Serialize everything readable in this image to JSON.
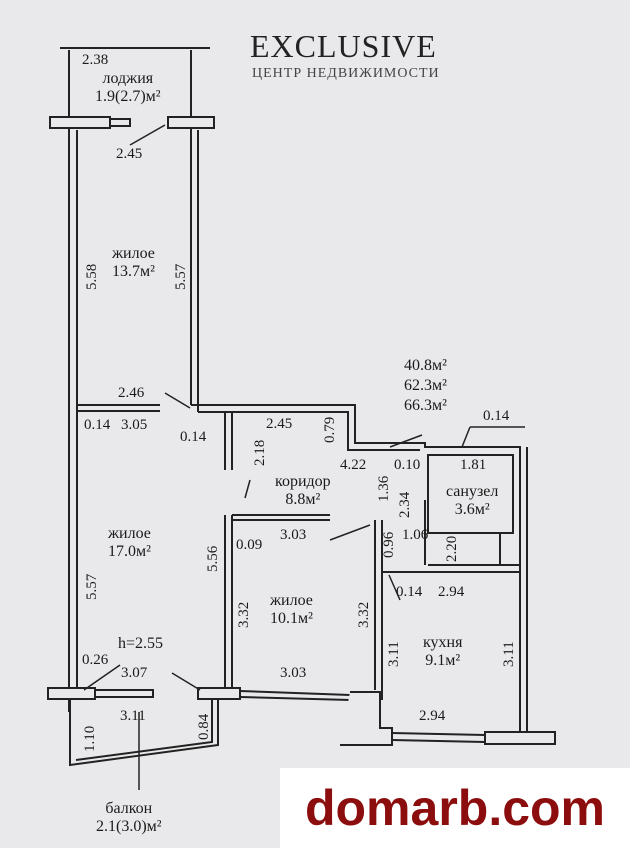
{
  "branding": {
    "logo": "EXCLUSIVE",
    "logo_subtitle": "ЦЕНТР НЕДВИЖИМОСТИ",
    "watermark": "domarb.com",
    "watermark_color": "#8b0d0d"
  },
  "rooms": {
    "loggia": {
      "name": "лоджия",
      "area": "1.9(2.7)м²"
    },
    "living1": {
      "name": "жилое",
      "area": "13.7м²"
    },
    "living2": {
      "name": "жилое",
      "area": "17.0м²"
    },
    "living3": {
      "name": "жилое",
      "area": "10.1м²"
    },
    "corridor": {
      "name": "коридор",
      "area": "8.8м²"
    },
    "bathroom": {
      "name": "санузел",
      "area": "3.6м²"
    },
    "kitchen": {
      "name": "кухня",
      "area": "9.1м²"
    },
    "balcony": {
      "name": "балкон",
      "area": "2.1(3.0)м²"
    }
  },
  "totals": [
    "40.8м²",
    "62.3м²",
    "66.3м²"
  ],
  "height": "h=2.55",
  "dims": {
    "d238": "2.38",
    "d245": "2.45",
    "d558": "5.58",
    "d557a": "5.57",
    "d246": "2.46",
    "d014a": "0.14",
    "d305": "3.05",
    "d014b": "0.14",
    "d245b": "2.45",
    "d079": "0.79",
    "d218": "2.18",
    "d422": "4.22",
    "d010": "0.10",
    "d014c": "0.14",
    "d181": "1.81",
    "d136": "1.36",
    "d234": "2.34",
    "d557b": "5.57",
    "d556": "5.56",
    "d009": "0.09",
    "d303a": "3.03",
    "d096": "0.96",
    "d106": "1.06",
    "d220": "2.20",
    "d014d": "0.14",
    "d294a": "2.94",
    "d332a": "3.32",
    "d332b": "3.32",
    "d311a": "3.11",
    "d311b": "3.11",
    "d026": "0.26",
    "d307": "3.07",
    "d303b": "3.03",
    "d311c": "3.11",
    "d110": "1.10",
    "d084": "0.84",
    "d294b": "2.94"
  }
}
